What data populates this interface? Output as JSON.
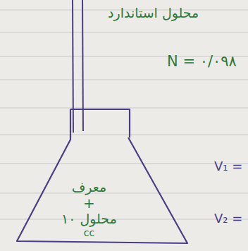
{
  "diagram": {
    "nodes": [
      {
        "text": [
          "معرف",
          "+",
          "۱۰ محلول",
          "cc"
        ]
      }
    ],
    "labels": [
      "محلول استاندارد",
      "N = ۰/۰۹۸",
      "V₁ =",
      "V₂ ="
    ]
  }
}
